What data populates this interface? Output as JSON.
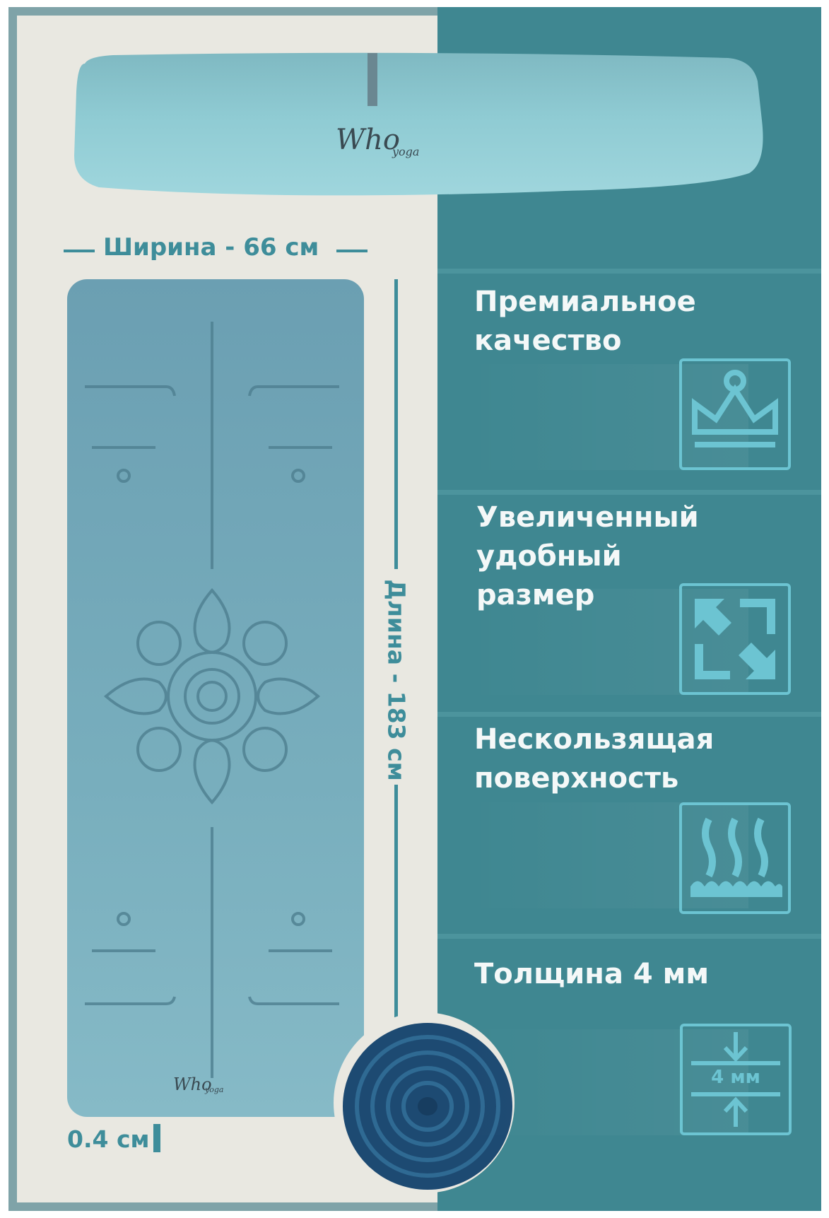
{
  "left_panel": {
    "width_label": "Ширина -  66 см",
    "length_label": "Длина - 183 см",
    "thickness_label": "0.4 см",
    "brand_top": "Who",
    "brand_top_sub": "yoga",
    "brand_mat": "Who",
    "brand_mat_sub": "yoga"
  },
  "features": [
    {
      "title": "Премиальное\nкачество",
      "icon": "crown-icon"
    },
    {
      "title": "Увеличенный\nудобный\nразмер",
      "icon": "expand-arrows-icon"
    },
    {
      "title": "Нескользящая\nповерхность",
      "icon": "non-slip-icon"
    },
    {
      "title": "Толщина 4 мм",
      "icon": "thickness-icon",
      "icon_text": "4 мм"
    }
  ],
  "colors": {
    "left_background": "#e9e8e1",
    "right_background": "#3f8791",
    "accent": "#3e8d9a",
    "icon_color": "#6cc4d2",
    "mat": "#76aabb",
    "roll_dark": "#1f4f78"
  }
}
